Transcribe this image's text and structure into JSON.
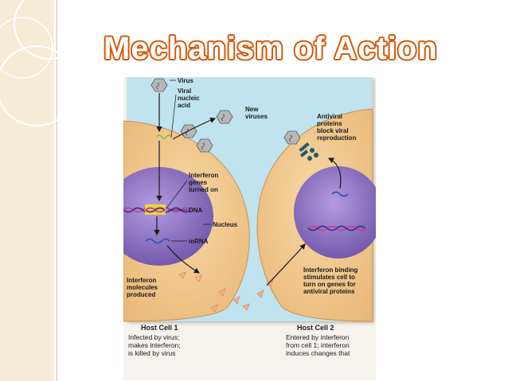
{
  "slide": {
    "title": "Mechanism of Action"
  },
  "diagram": {
    "labels": {
      "virus": "Virus",
      "viral_nucleic_acid_1": "Viral",
      "viral_nucleic_acid_2": "nucleic",
      "viral_nucleic_acid_3": "acid",
      "new_viruses_1": "New",
      "new_viruses_2": "viruses",
      "antiviral_1": "Antiviral",
      "antiviral_2": "proteins",
      "antiviral_3": "block viral",
      "antiviral_4": "reproduction",
      "interferon_genes_1": "Interferon",
      "interferon_genes_2": "genes",
      "interferon_genes_3": "turned on",
      "dna": "DNA",
      "nucleus": "Nucleus",
      "mrna": "mRNA",
      "interferon_molecules_1": "Interferon",
      "interferon_molecules_2": "molecules",
      "interferon_molecules_3": "produced",
      "binding_1": "Interferon binding",
      "binding_2": "stimulates cell to",
      "binding_3": "turn on genes for",
      "binding_4": "antiviral proteins"
    },
    "host_cell_1": {
      "title": "Host Cell 1",
      "line_1": "Infected by virus;",
      "line_2": "makes interferon;",
      "line_3": "is killed by virus"
    },
    "host_cell_2": {
      "title": "Host Cell 2",
      "line_1": "Entered by interferon",
      "line_2": "from cell 1; interferon",
      "line_3": "induces changes that"
    },
    "colors": {
      "background": "#bfe3ef",
      "cytoplasm": "#f2c98e",
      "nucleus": "#8f75c6",
      "dna_highlight": "#f5e21c",
      "interferon": "#f4b48c",
      "virus": "#b7b7b7",
      "title_outline": "#d4580a"
    }
  }
}
